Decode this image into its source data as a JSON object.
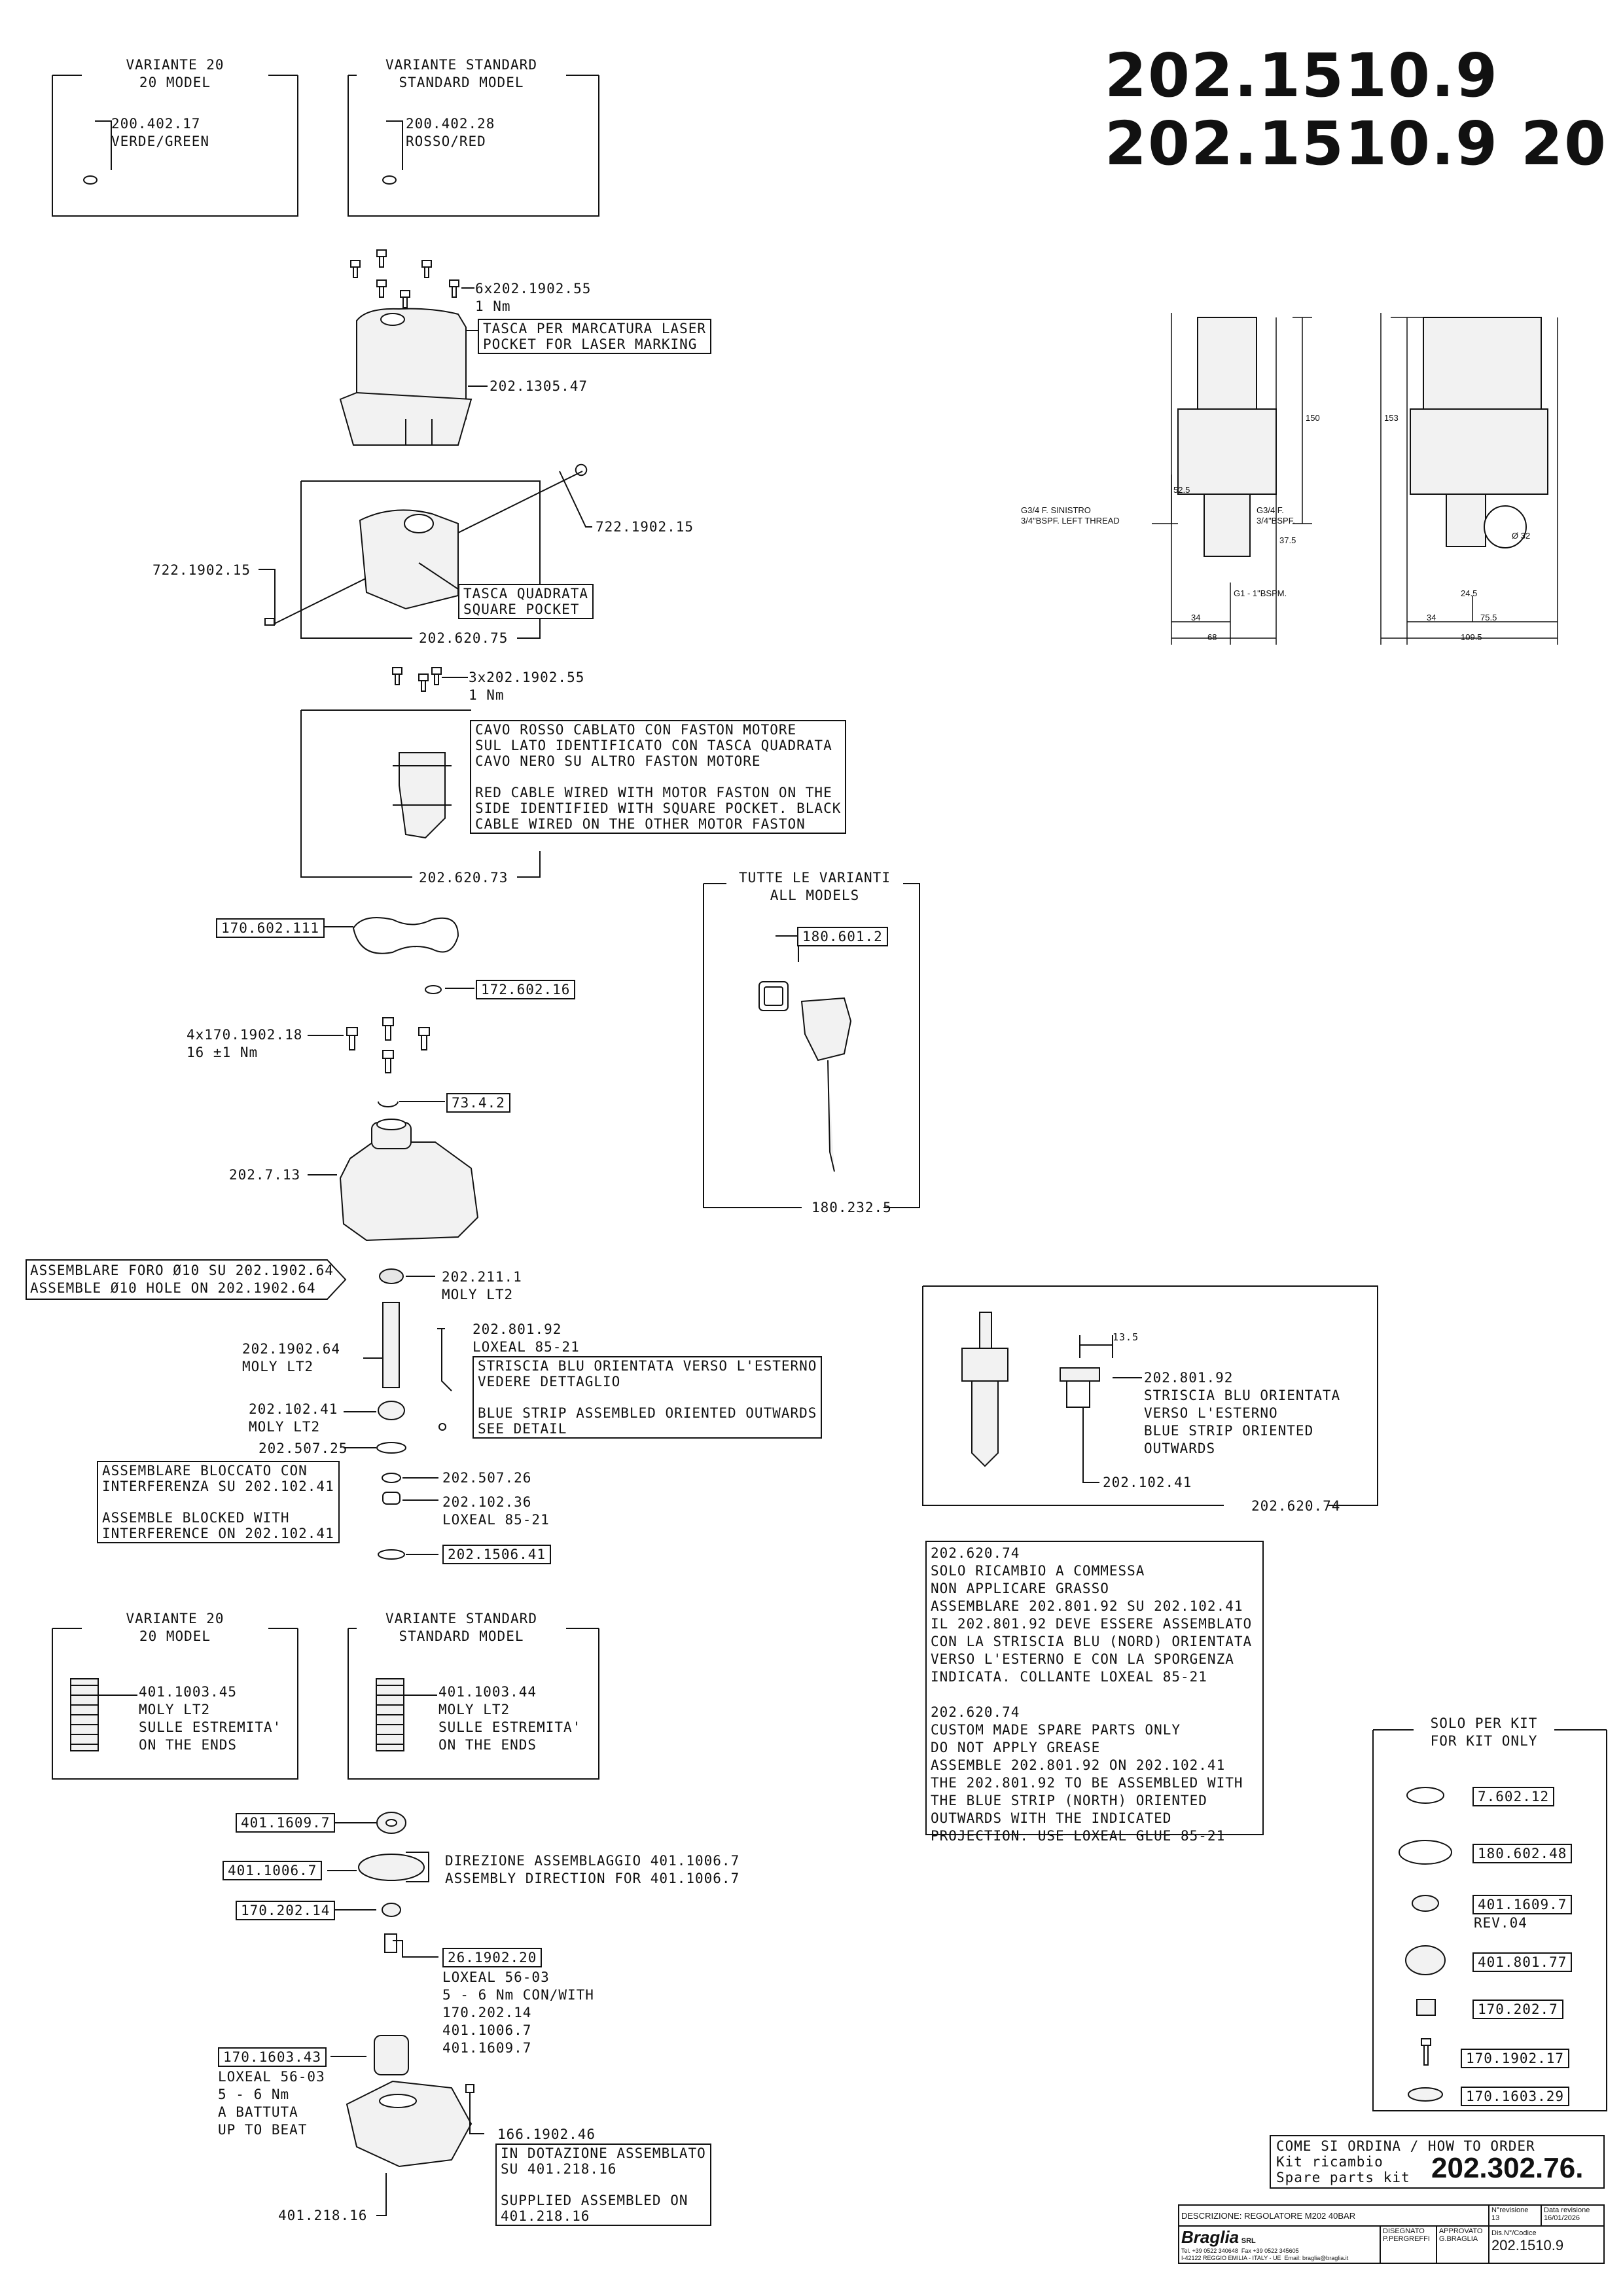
{
  "title": {
    "line1": "202.1510.9",
    "line2": "202.1510.9   20"
  },
  "variants_top": {
    "v20": {
      "heading": "VARIANTE 20\n20 MODEL",
      "code": "200.402.17\nVERDE/GREEN"
    },
    "vstd": {
      "heading": "VARIANTE STANDARD\nSTANDARD MODEL",
      "code": "200.402.28\nROSSO/RED"
    }
  },
  "screws_top": "6x202.1902.55\n1 Nm",
  "laser_note": "TASCA PER MARCATURA LASER\nPOCKET FOR LASER MARKING",
  "cover_code": "202.1305.47",
  "pin_right": "722.1902.15",
  "pin_left": "722.1902.15",
  "square_note": "TASCA QUADRATA\nSQUARE POCKET",
  "motor_group": "202.620.75",
  "screws_mid": "3x202.1902.55\n1 Nm",
  "cable_note": "CAVO ROSSO CABLATO CON FASTON MOTORE\nSUL LATO IDENTIFICATO CON TASCA QUADRATA\nCAVO NERO SU ALTRO FASTON MOTORE\n\nRED CABLE WIRED WITH MOTOR FASTON ON THE\nSIDE IDENTIFIED WITH SQUARE POCKET. BLACK\nCABLE WIRED ON THE OTHER MOTOR FASTON",
  "electronics_group": "202.620.73",
  "all_models": {
    "heading": "TUTTE LE VARIANTI\nALL MODELS",
    "gasket": "180.601.2",
    "connector": "180.232.5"
  },
  "oring_170": "170.602.111",
  "oring_172": "172.602.16",
  "screws_bottom": "4x170.1902.18\n16 ±1 Nm",
  "clip": "73.4.2",
  "body": "202.7.13",
  "assemble_hole": "ASSEMBLARE FORO Ø10 SU 202.1902.64\nASSEMBLE Ø10 HOLE ON 202.1902.64",
  "p202_211": "202.211.1\nMOLY LT2",
  "p202_801": "202.801.92\nLOXEAL 85-21",
  "strip_note": "STRISCIA BLU ORIENTATA VERSO L'ESTERNO\nVEDERE DETTAGLIO\n\nBLUE STRIP ASSEMBLED ORIENTED OUTWARDS\nSEE DETAIL",
  "shaft": "202.1902.64\nMOLY LT2",
  "p202_102": "202.102.41\nMOLY LT2",
  "p202_507_25": "202.507.25",
  "interference_note": "ASSEMBLARE BLOCCATO CON\nINTERFERENZA SU 202.102.41\n\nASSEMBLE BLOCKED WITH\nINTERFERENCE ON 202.102.41",
  "p202_507_26": "202.507.26",
  "p202_102_36": "202.102.36\nLOXEAL 85-21",
  "p202_1506": "202.1506.41",
  "detail": {
    "dim": "13.5",
    "code": "202.801.92\nSTRISCIA BLU ORIENTATA\nVERSO L'ESTERNO\nBLUE STRIP ORIENTED\nOUTWARDS",
    "part": "202.102.41",
    "group": "202.620.74"
  },
  "note_620_74": "202.620.74\nSOLO RICAMBIO A COMMESSA\nNON APPLICARE GRASSO\nASSEMBLARE 202.801.92 SU 202.102.41\nIL 202.801.92 DEVE ESSERE ASSEMBLATO\nCON LA STRISCIA BLU (NORD) ORIENTATA\nVERSO L'ESTERNO E CON LA SPORGENZA\nINDICATA. COLLANTE LOXEAL 85-21\n\n202.620.74\nCUSTOM MADE SPARE PARTS ONLY\nDO NOT APPLY GREASE\nASSEMBLE 202.801.92 ON 202.102.41\nTHE 202.801.92 TO BE ASSEMBLED WITH\nTHE BLUE STRIP (NORTH) ORIENTED\nOUTWARDS WITH THE INDICATED\nPROJECTION. USE LOXEAL GLUE 85-21",
  "variants_spring": {
    "v20": {
      "heading": "VARIANTE 20\n20 MODEL",
      "code": "401.1003.45\nMOLY LT2\nSULLE ESTREMITA'\nON THE ENDS"
    },
    "vstd": {
      "heading": "VARIANTE STANDARD\nSTANDARD MODEL",
      "code": "401.1003.44\nMOLY LT2\nSULLE ESTREMITA'\nON THE ENDS"
    }
  },
  "p401_1609": "401.1609.7",
  "p401_1006": "401.1006.7",
  "direction_note": "DIREZIONE ASSEMBLAGGIO 401.1006.7\nASSEMBLY DIRECTION FOR 401.1006.7",
  "p170_202": "170.202.14",
  "p26_1902": "26.1902.20",
  "loxeal_note": "LOXEAL 56-03\n5 - 6 Nm CON/WITH\n170.202.14\n401.1006.7\n401.1609.7",
  "p170_1603": "170.1603.43",
  "beat_note": "LOXEAL 56-03\n5 - 6 Nm\nA BATTUTA\nUP TO BEAT",
  "p166": "166.1902.46",
  "supplied_note": "IN DOTAZIONE ASSEMBLATO\nSU 401.218.16\n\nSUPPLIED ASSEMBLED ON\n401.218.16",
  "p401_218": "401.218.16",
  "kit": {
    "heading": "SOLO PER KIT\nFOR KIT ONLY",
    "items": [
      "7.602.12",
      "180.602.48",
      "401.1609.7",
      "401.801.77",
      "170.202.7",
      "170.1902.17",
      "170.1603.29"
    ],
    "rev": "REV.04"
  },
  "order": {
    "line1": "COME SI ORDINA / HOW TO ORDER",
    "line2": "Kit ricambio",
    "line3": "Spare parts kit",
    "code": "202.302.76."
  },
  "titleblock": {
    "desc": "DESCRIZIONE: REGOLATORE M202 40BAR",
    "rev_label": "N°revisione",
    "rev": "13",
    "date_label": "Data revisione",
    "date": "16/01/2026",
    "company": "Braglia",
    "company_sub": "SRL",
    "contacts": "Tel. +39 0522 340648  Fax +39 0522 345605\nI-42122 REGGIO EMILIA - ITALY - UE  Email: braglia@braglia.it",
    "drawn_label": "DISEGNATO",
    "drawn": "P.PERGREFFI",
    "approved_label": "APPROVATO",
    "approved": "G.BRAGLIA",
    "code_label": "Dis.N°/Codice",
    "code": "202.1510.9"
  },
  "side_views": {
    "left_thread": "G3/4 F. SINISTRO\n3/4\"BSPF. LEFT THREAD",
    "right_thread": "G3/4 F.\n3/4\"BSPF.",
    "bottom_thread": "G1 - 1\"BSPM.",
    "dims": [
      "150",
      "52.5",
      "37.5",
      "34",
      "68",
      "153",
      "24.5",
      "34",
      "75.5",
      "109.5",
      "Ø 32"
    ]
  }
}
